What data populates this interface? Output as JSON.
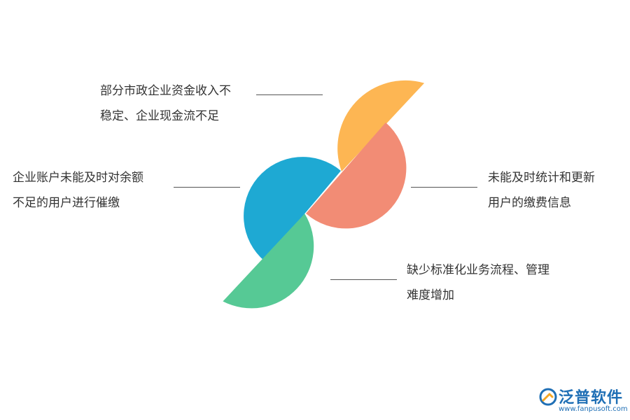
{
  "colors": {
    "yellow": "#FDB653",
    "salmon": "#F28C75",
    "blue": "#1EA9D3",
    "green": "#56C995",
    "brand": "#1F6FB5"
  },
  "items": [
    {
      "line1": "部分市政企业资金收入不",
      "line2": "稳定、企业现金流不足"
    },
    {
      "line1": "企业账户未能及时对余额",
      "line2": "不足的用户进行催缴"
    },
    {
      "line1": "未能及时统计和更新",
      "line2": "用户的缴费信息"
    },
    {
      "line1": "缺少标准化业务流程、管理",
      "line2": "难度增加"
    }
  ],
  "logo": {
    "name": "泛普软件",
    "url": "www.fanpusoft.com",
    "icon": "fanpu-logo-icon"
  }
}
